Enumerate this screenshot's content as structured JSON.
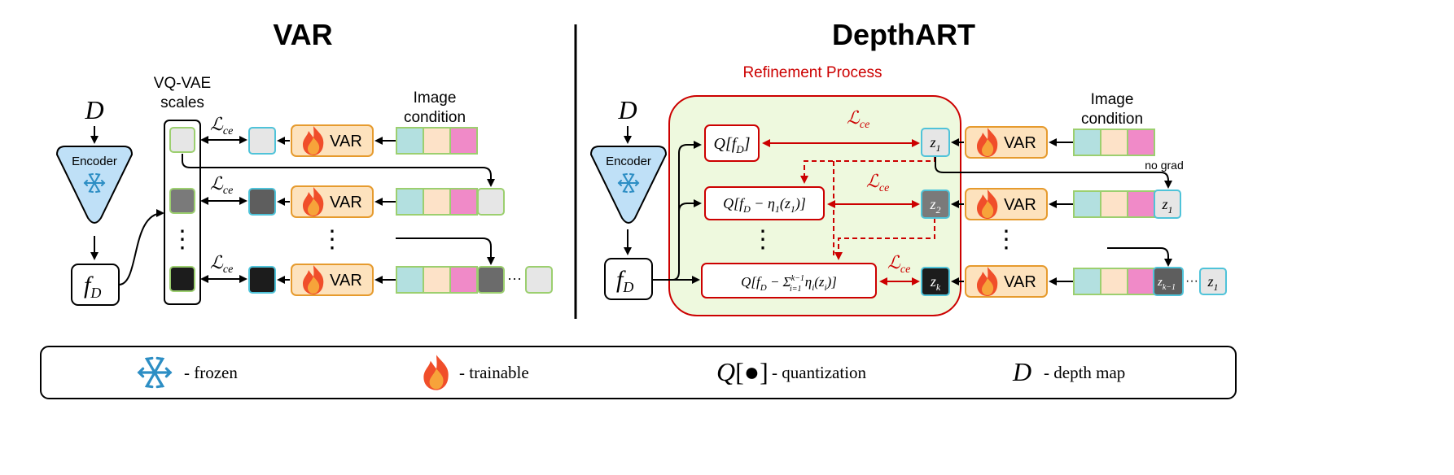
{
  "left": {
    "title": "VAR",
    "input_symbol": "D",
    "encoder_label": "Encoder",
    "feature_symbol": "f",
    "feature_subscript": "D",
    "vq_header_line1": "VQ-VAE",
    "vq_header_line2": "scales",
    "loss_symbol": "ℒ",
    "loss_subscript": "ce",
    "var_label": "VAR",
    "image_condition_line1": "Image",
    "image_condition_line2": "condition",
    "ellipsis": "⋮",
    "dots": "···"
  },
  "right": {
    "title": "DepthART",
    "refinement_label": "Refinement Process",
    "input_symbol": "D",
    "encoder_label": "Encoder",
    "feature_symbol": "f",
    "feature_subscript": "D",
    "loss_symbol": "ℒ",
    "loss_subscript": "ce",
    "var_label": "VAR",
    "image_condition_line1": "Image",
    "image_condition_line2": "condition",
    "no_grad": "no grad",
    "q1": "Q[f_D]",
    "q2": "Q[f_D − η_1(z_1)]",
    "q3": "Q[f_D − Σ_{i=1}^{k−1} η_i(z_i)]",
    "z1": "z",
    "z1_sub": "1",
    "z2_sub": "2",
    "zk_sub": "k",
    "zk1_sub": "k−1",
    "ellipsis": "⋮",
    "dots": "···"
  },
  "legend": {
    "frozen": "- frozen",
    "trainable": "- trainable",
    "quantization_symbol": "Q[●]",
    "quantization": "- quantization",
    "depth_symbol": "D",
    "depth": "- depth map"
  },
  "colors": {
    "cyan_token": "#4fc3d9",
    "green_token_border": "#9ccf6f",
    "var_fill": "#fde2bd",
    "var_border": "#e69b2e",
    "cond_blue": "#b3e0e0",
    "cond_peach": "#fde2c8",
    "cond_pink": "#f08ac8",
    "refine_fill": "#eef9de",
    "refine_border": "#cc0000",
    "encoder_fill": "#bfe0f7",
    "accent_red": "#cc0000"
  }
}
